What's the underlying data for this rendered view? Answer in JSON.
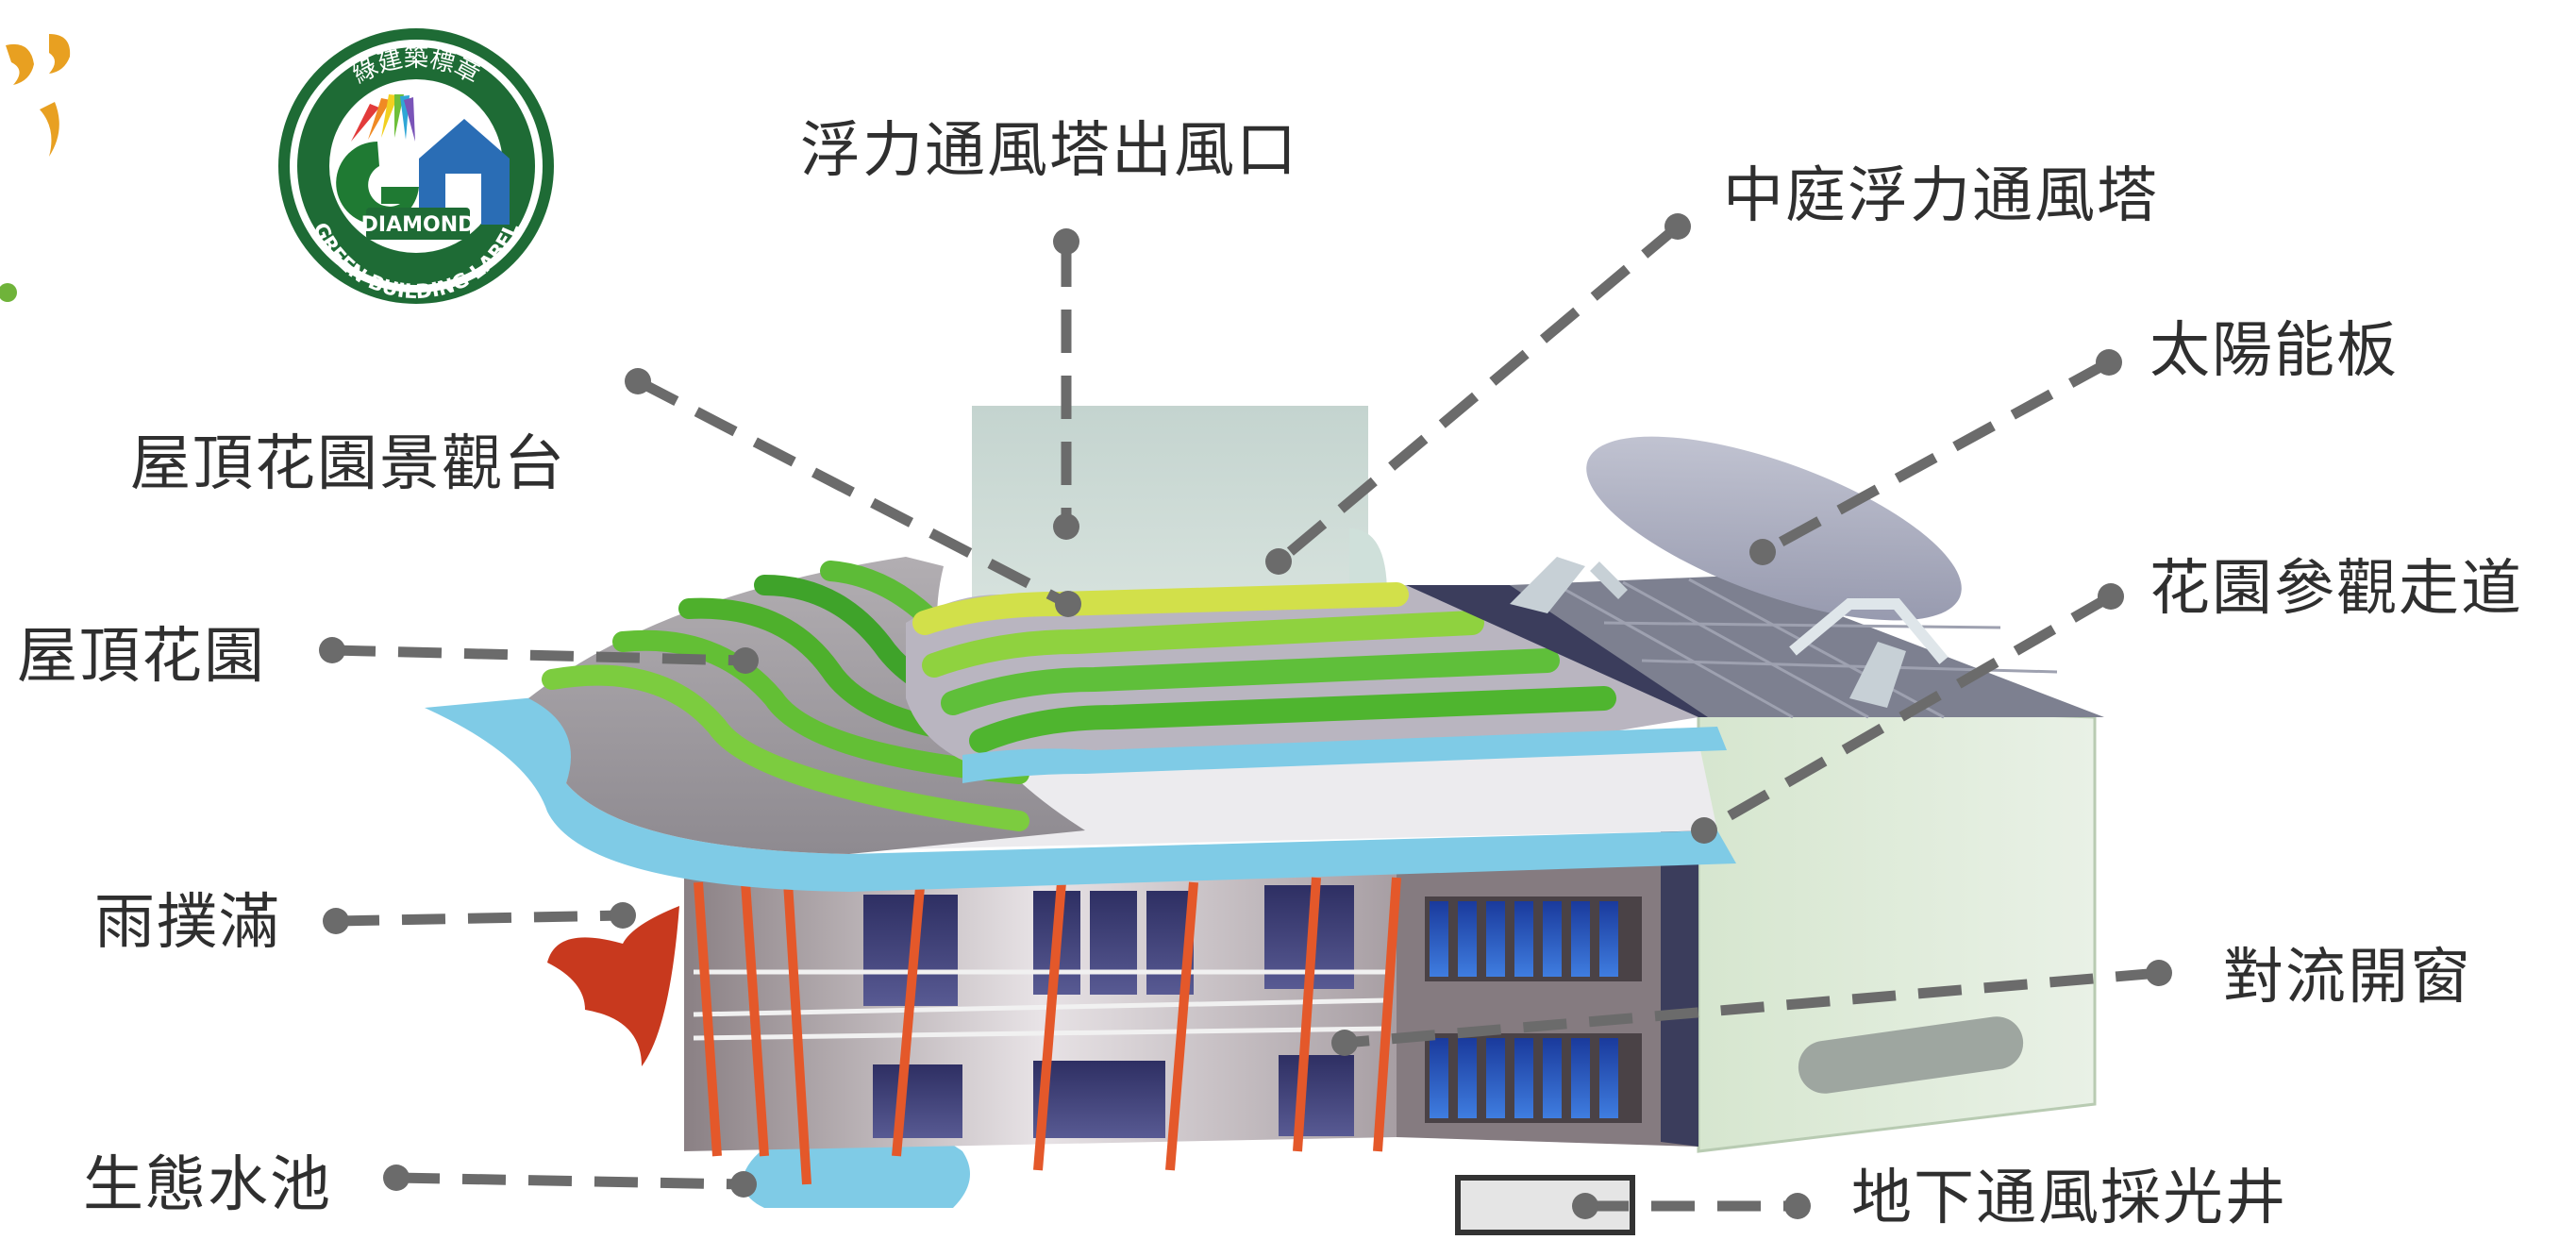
{
  "badge": {
    "top_text": "綠建築標章",
    "middle_text": "DIAMOND",
    "bottom_text": "GREEN BUILDING LABEL"
  },
  "callouts": {
    "vent_outlet": "浮力通風塔出風口",
    "courtyard_tower": "中庭浮力通風塔",
    "solar_panel": "太陽能板",
    "roof_deck": "屋頂花園景觀台",
    "garden_walkway": "花園參觀走道",
    "roof_garden": "屋頂花園",
    "rainwater": "雨撲滿",
    "cross_window": "對流開窗",
    "eco_pond": "生態水池",
    "light_well": "地下通風採光井"
  },
  "colors": {
    "leader": "#6b6b6b",
    "text": "#2f2f2f",
    "roof_green": "#5fbf3a",
    "water_blue": "#7fcbe6",
    "rain_red": "#c8391e",
    "badge_green": "#1e6b35",
    "accent_orange": "#e8a021"
  }
}
